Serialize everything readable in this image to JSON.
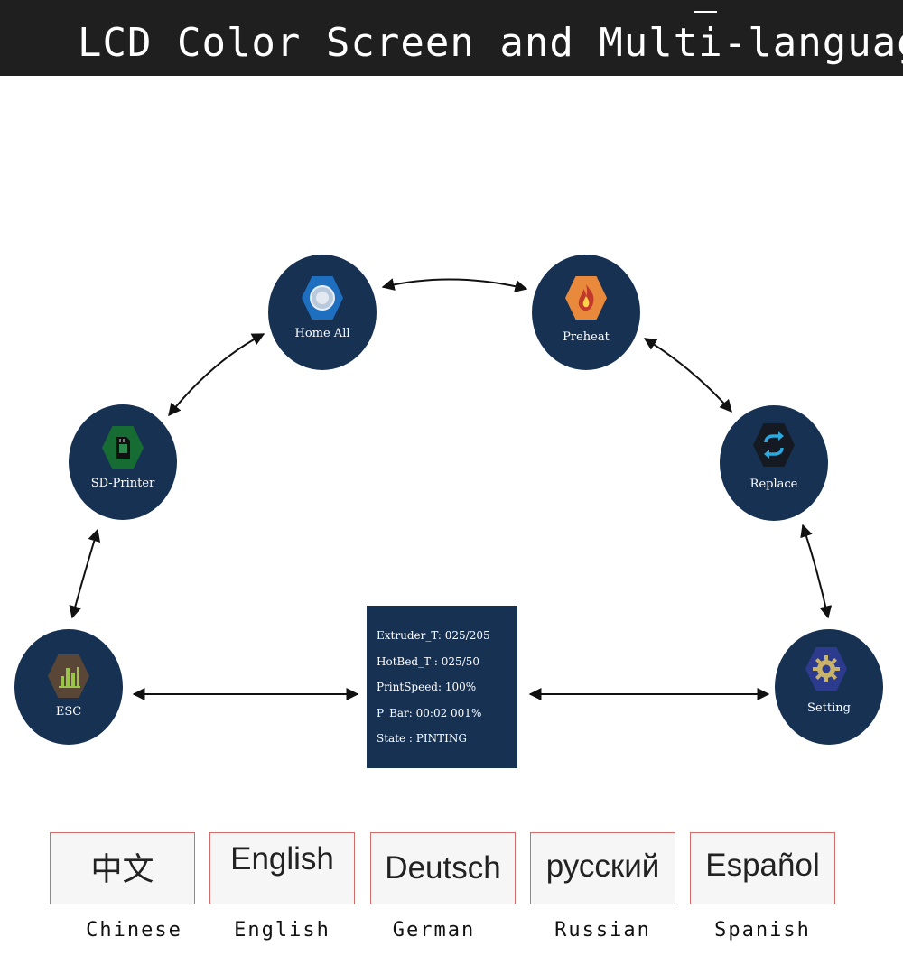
{
  "banner": {
    "title": "LCD Color Screen and Multi-language"
  },
  "menu_nodes": {
    "home_all": {
      "label": "Home All",
      "icon": "home-icon",
      "color": "#1e6fbf"
    },
    "preheat": {
      "label": "Preheat",
      "icon": "flame-icon",
      "color": "#e8893b"
    },
    "sd_printer": {
      "label": "SD-Printer",
      "icon": "sd-card-icon",
      "color": "#166c33"
    },
    "replace": {
      "label": "Replace",
      "icon": "swap-icon",
      "color": "#151a22"
    },
    "esc": {
      "label": "ESC",
      "icon": "bar-chart-icon",
      "color": "#5a4636"
    },
    "setting": {
      "label": "Setting",
      "icon": "gear-icon",
      "color": "#2d3b8f"
    }
  },
  "status_panel": {
    "lines": [
      "Extruder_T: 025/205",
      "HotBed_T : 025/50",
      "PrintSpeed: 100%",
      "P_Bar: 00:02 001%",
      "State : PINTING"
    ]
  },
  "languages": [
    {
      "native": "中文",
      "caption": "Chinese"
    },
    {
      "native": "English",
      "caption": "English"
    },
    {
      "native": "Deutsch",
      "caption": "German"
    },
    {
      "native": "русский",
      "caption": "Russian"
    },
    {
      "native": "Español",
      "caption": "Spanish"
    }
  ],
  "colors": {
    "banner": "#1f1f1f",
    "node_bg": "#173153",
    "lang_border": "#d46b6b"
  }
}
